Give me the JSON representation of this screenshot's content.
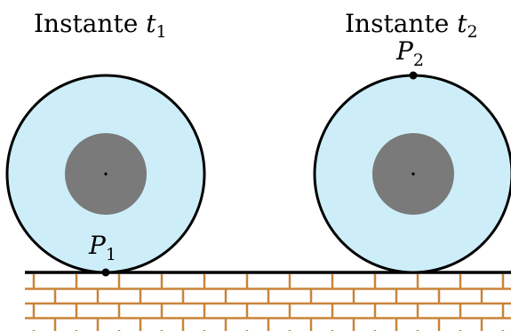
{
  "scene": {
    "instants": [
      {
        "caption_word": "Instante",
        "caption_var": "t",
        "caption_sub": "1",
        "point_letter": "P",
        "point_sub": "1",
        "point_position": "bottom"
      },
      {
        "caption_word": "Instante",
        "caption_var": "t",
        "caption_sub": "2",
        "point_letter": "P",
        "point_sub": "2",
        "point_position": "top"
      }
    ]
  },
  "colors": {
    "tire": "#cdeef8",
    "hub": "#7a7a7a",
    "outline": "#000000",
    "brick_mortar": "#c8843a",
    "ground_line": "#000000"
  }
}
